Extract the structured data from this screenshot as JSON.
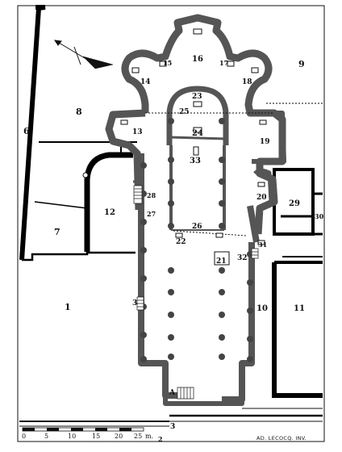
{
  "plan": {
    "labels": {
      "1": "1",
      "2": "2",
      "3": "3",
      "A": "A",
      "6": "6",
      "7": "7",
      "8": "8",
      "9": "9",
      "10": "10",
      "11": "11",
      "12": "12",
      "13": "13",
      "14": "14",
      "15": "15",
      "16": "16",
      "17": "17",
      "18": "18",
      "19": "19",
      "20": "20",
      "21": "21",
      "22": "22",
      "23": "23",
      "24": "24",
      "25": "25",
      "26": "26",
      "27": "27",
      "28": "28",
      "29": "29",
      "30": "30",
      "31": "31",
      "32": "32",
      "33": "33",
      "3b": "3"
    },
    "scale": {
      "ticks": [
        "0",
        "5",
        "10",
        "15",
        "20",
        "25"
      ],
      "unit": "m."
    },
    "credit": "AD. LECOCQ. INV."
  }
}
